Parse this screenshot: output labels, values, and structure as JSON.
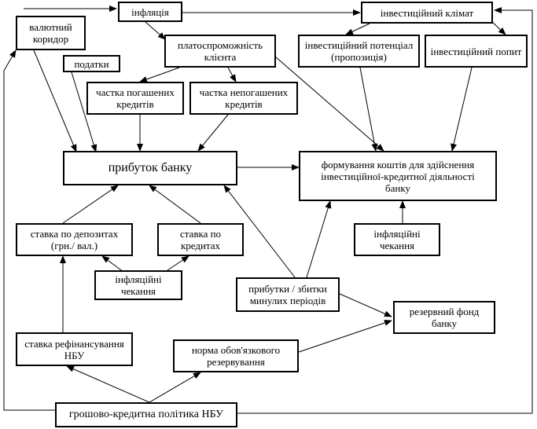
{
  "nodes": {
    "inflation": "інфляція",
    "invest_climate": "інвестиційний клімат",
    "currency_corridor": "валютний\nкоридор",
    "solvency": "платоспроможність\nклієнта",
    "invest_potential": "інвестиційний потенціал\n(пропозиція)",
    "invest_demand": "інвестиційний попит",
    "taxes": "податки",
    "repaid_share": "частка погашених\nкредитів",
    "unrepaid_share": "частка непогашених\nкредитів",
    "bank_profit": "прибуток банку",
    "funds_formation": "формування  коштів для здійснення\nінвестиційної-кредитної діяльності\nбанку",
    "deposit_rate": "ставка по депозитах\n(грн./ вал.)",
    "credit_rate": "ставка по\nкредитах",
    "infl_expect_right": "інфляційні\nчекання",
    "infl_expect_left": "інфляційні\nчекання",
    "past_results": "прибутки / збитки\nминулих періодів",
    "reserve_fund": "резервний фонд\nбанку",
    "refinancing_rate": "ставка рефінансування\nНБУ",
    "reserve_norm": "норма обов'язкового\nрезервування",
    "monetary_policy": "грошово-кредитна політика НБУ"
  }
}
